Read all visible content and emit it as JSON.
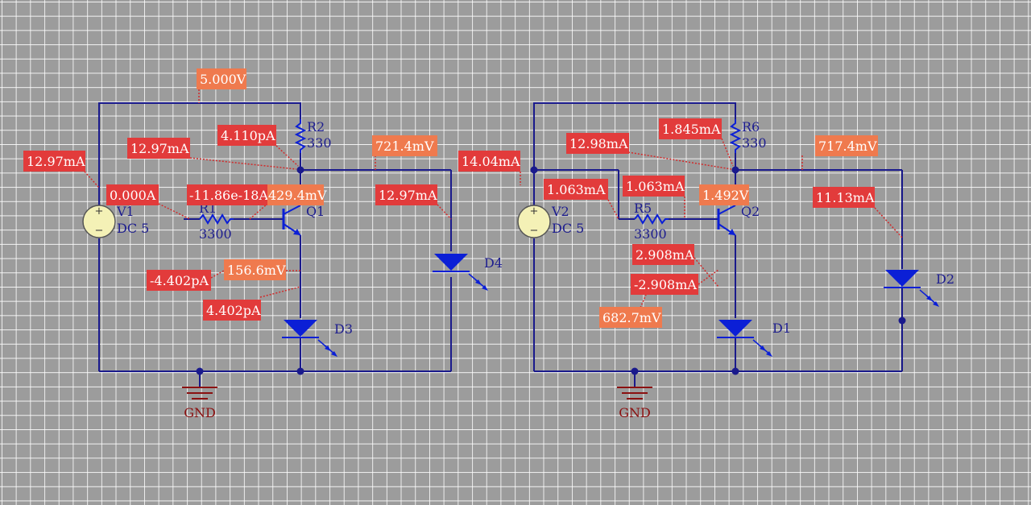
{
  "colors": {
    "background": "#9c9c9c",
    "grid": "#ffffff",
    "wire": "#1a1a8c",
    "component": "#0b1fd6",
    "ground": "#8b1010",
    "current_tag": "#e23b3b",
    "voltage_tag": "#ef7a4e",
    "probe_line": "#d22a2a",
    "source_fill": "#f4f1b6"
  },
  "circuit_left": {
    "source": {
      "name": "V1",
      "value": "DC 5"
    },
    "base_resistor": {
      "name": "R1",
      "value": "3300"
    },
    "collector_resistor": {
      "name": "R2",
      "value": "330"
    },
    "transistor": {
      "name": "Q1"
    },
    "led_emitter": {
      "name": "D3"
    },
    "led_parallel": {
      "name": "D4"
    },
    "ground": {
      "name": "GND"
    }
  },
  "circuit_right": {
    "source": {
      "name": "V2",
      "value": "DC 5"
    },
    "base_resistor": {
      "name": "R5",
      "value": "3300"
    },
    "collector_resistor": {
      "name": "R6",
      "value": "330"
    },
    "transistor": {
      "name": "Q2"
    },
    "led_emitter": {
      "name": "D1"
    },
    "led_parallel": {
      "name": "D2"
    },
    "ground": {
      "name": "GND"
    }
  },
  "probes_left": {
    "supply_voltage": "5.000V",
    "source_current": "12.97mA",
    "top_node_current": "12.97mA",
    "r2_current": "4.110pA",
    "node_voltage": "721.4mV",
    "base_current": "0.000A",
    "r1_current": "-11.86e-18A",
    "base_voltage": "429.4mV",
    "d4_current": "12.97mA",
    "emitter_voltage": "156.6mV",
    "emitter_current_neg": "-4.402pA",
    "emitter_current": "4.402pA"
  },
  "probes_right": {
    "source_current": "14.04mA",
    "top_node_current": "12.98mA",
    "r6_current": "1.845mA",
    "node_voltage": "717.4mV",
    "branch_current": "1.063mA",
    "r5_current": "1.063mA",
    "base_voltage": "1.492V",
    "d2_current": "11.13mA",
    "emitter_current": "2.908mA",
    "emitter_current_neg": "-2.908mA",
    "emitter_voltage": "682.7mV"
  }
}
